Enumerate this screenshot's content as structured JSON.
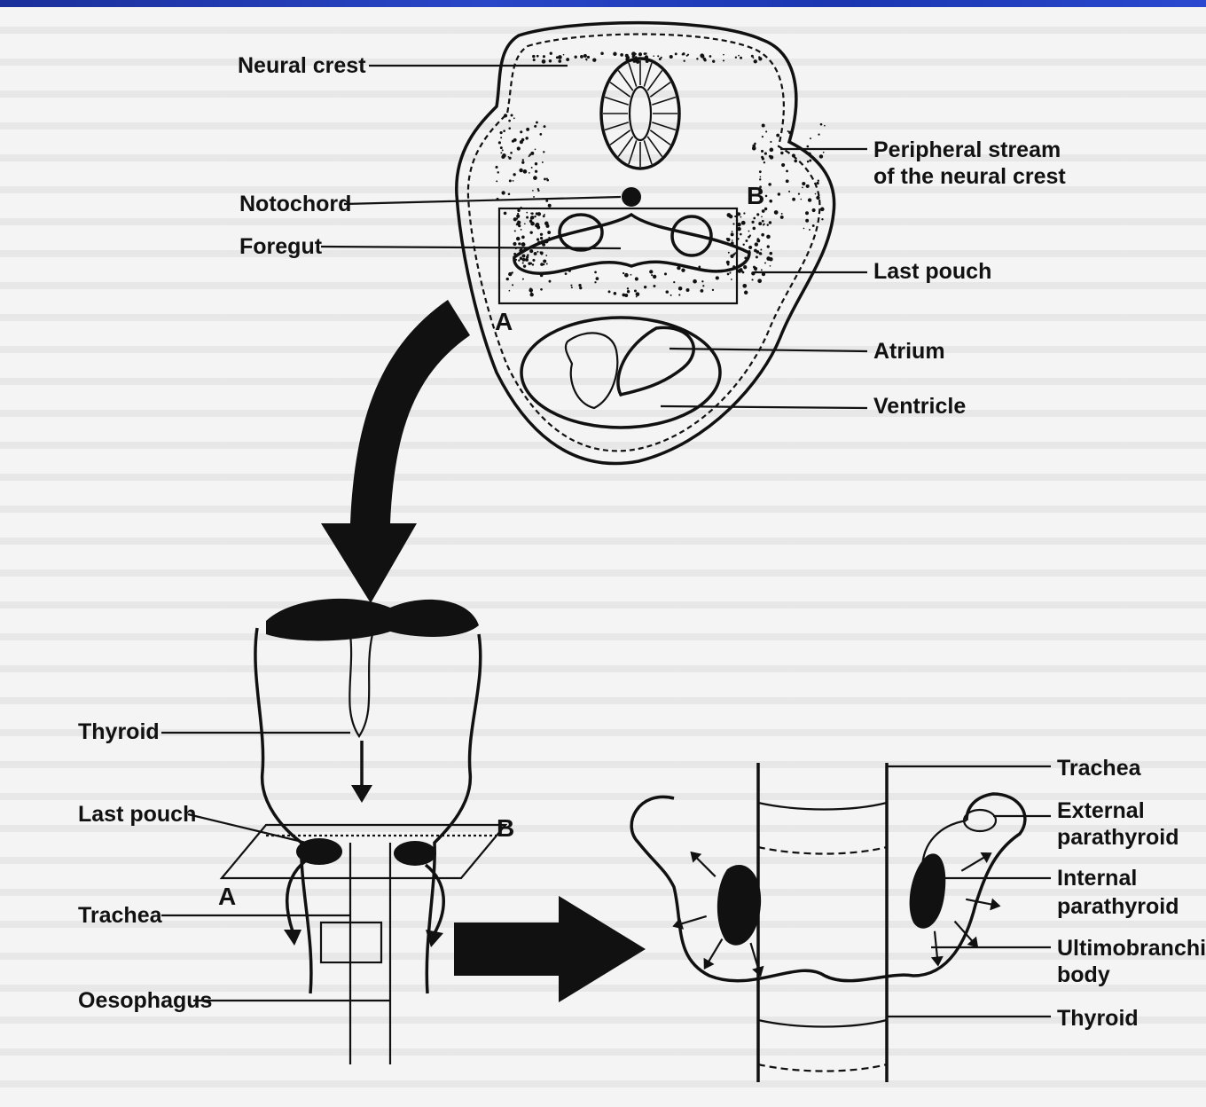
{
  "labels": {
    "neural_crest": "Neural crest",
    "peripheral_stream_line1": "Peripheral stream",
    "peripheral_stream_line2": "of the neural crest",
    "notochord": "Notochord",
    "foregut": "Foregut",
    "last_pouch_top": "Last pouch",
    "atrium": "Atrium",
    "ventricle": "Ventricle",
    "thyroid_left": "Thyroid",
    "last_pouch_left": "Last pouch",
    "trachea_left": "Trachea",
    "oesophagus": "Oesophagus",
    "trachea_right": "Trachea",
    "external_parathyroid_line1": "External",
    "external_parathyroid_line2": "parathyroid",
    "internal_parathyroid_line1": "Internal",
    "internal_parathyroid_line2": "parathyroid",
    "ultimobranchial_line1": "Ultimobranchial",
    "ultimobranchial_line2": "body",
    "thyroid_right": "Thyroid"
  },
  "markers": {
    "top_a": "A",
    "top_b": "B",
    "mid_a": "A",
    "mid_b": "B"
  }
}
